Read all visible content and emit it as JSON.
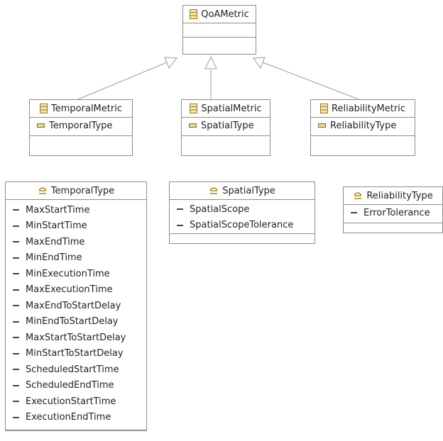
{
  "classes": {
    "qoa": {
      "name": "QoAMetric",
      "icon": "class-icon"
    },
    "temporal": {
      "name": "TemporalMetric",
      "icon": "class-icon",
      "attribute": "TemporalType"
    },
    "spatial": {
      "name": "SpatialMetric",
      "icon": "class-icon",
      "attribute": "SpatialType"
    },
    "reliability": {
      "name": "ReliabilityMetric",
      "icon": "class-icon",
      "attribute": "ReliabilityType"
    }
  },
  "enums": {
    "temporal": {
      "name": "TemporalType",
      "icon": "enumeration-icon",
      "literals": [
        "MaxStartTime",
        "MinStartTime",
        "MaxEndTime",
        "MinEndTime",
        "MinExecutionTime",
        "MaxExecutionTime",
        "MaxEndToStartDelay",
        "MinEndToStartDelay",
        "MaxStartToStartDelay",
        "MinStartToStartDelay",
        "ScheduledStartTime",
        "ScheduledEndTime",
        "ExecutionStartTime",
        "ExecutionEndTime"
      ]
    },
    "spatial": {
      "name": "SpatialType",
      "icon": "enumeration-icon",
      "literals": [
        "SpatialScope",
        "SpatialScopeTolerance"
      ]
    },
    "reliability": {
      "name": "ReliabilityType",
      "icon": "enumeration-icon",
      "literals": [
        "ErrorTolerance"
      ]
    }
  },
  "colors": {
    "border": "#8c8c8c",
    "connector": "#b0b0b0",
    "class_icon": "#c8a53c"
  }
}
